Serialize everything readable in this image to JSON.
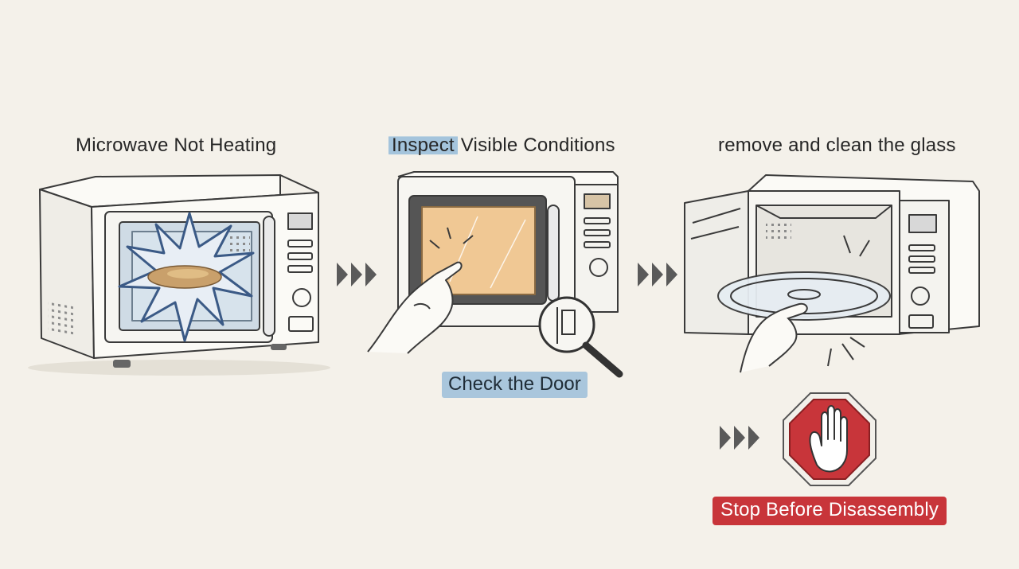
{
  "steps": [
    {
      "title": "Microwave Not Heating"
    },
    {
      "title_highlight": "Inspect",
      "title_rest": "Visible Conditions",
      "badge": "Check the Door"
    },
    {
      "title": "remove and clean the glass"
    }
  ],
  "stop": {
    "label": "Stop Before Disassembly"
  },
  "colors": {
    "background": "#f4f1ea",
    "highlight_blue": "#a9c6dc",
    "warning_red": "#c8353a",
    "window_amber": "#f0c894"
  }
}
